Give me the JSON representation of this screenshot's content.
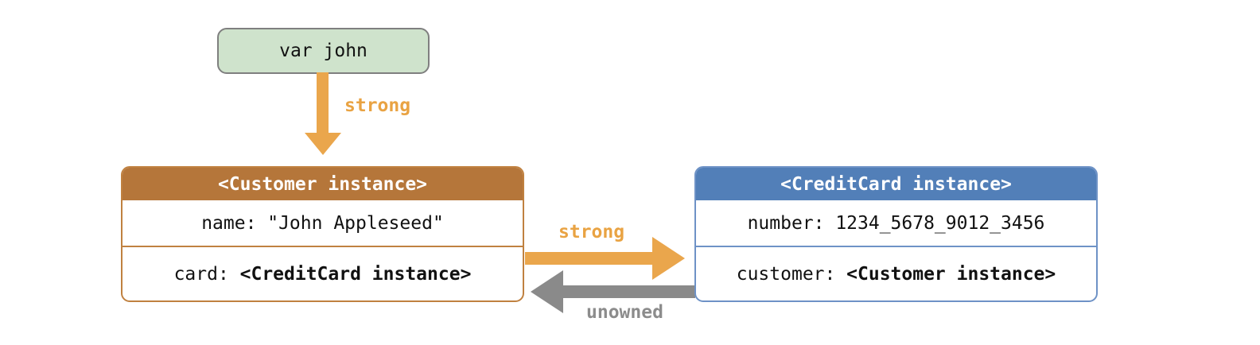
{
  "diagram": {
    "variable_node": {
      "label": "var john"
    },
    "customer_box": {
      "title": "<Customer instance>",
      "rows": [
        {
          "label": "name:",
          "value": "\"John Appleseed\""
        },
        {
          "label": "card:",
          "value": "<CreditCard instance>"
        }
      ]
    },
    "creditcard_box": {
      "title": "<CreditCard instance>",
      "rows": [
        {
          "label": "number:",
          "value": "1234_5678_9012_3456"
        },
        {
          "label": "customer:",
          "value": "<Customer instance>"
        }
      ]
    },
    "references": {
      "var_to_customer": "strong",
      "customer_to_card": "strong",
      "card_to_customer": "unowned"
    }
  },
  "colors": {
    "strong": "#eaa64c",
    "strong-text": "#e9a343",
    "unowned": "#8a8a8a",
    "unowned-text": "#8c8c8c",
    "customer-header": "#b5763a",
    "customer-border": "#c08140",
    "card-header": "#527fb8",
    "card-border": "#6e92c6",
    "var-fill": "#cfe3cc",
    "var-border": "#7f7f7f",
    "text": "#111111"
  }
}
